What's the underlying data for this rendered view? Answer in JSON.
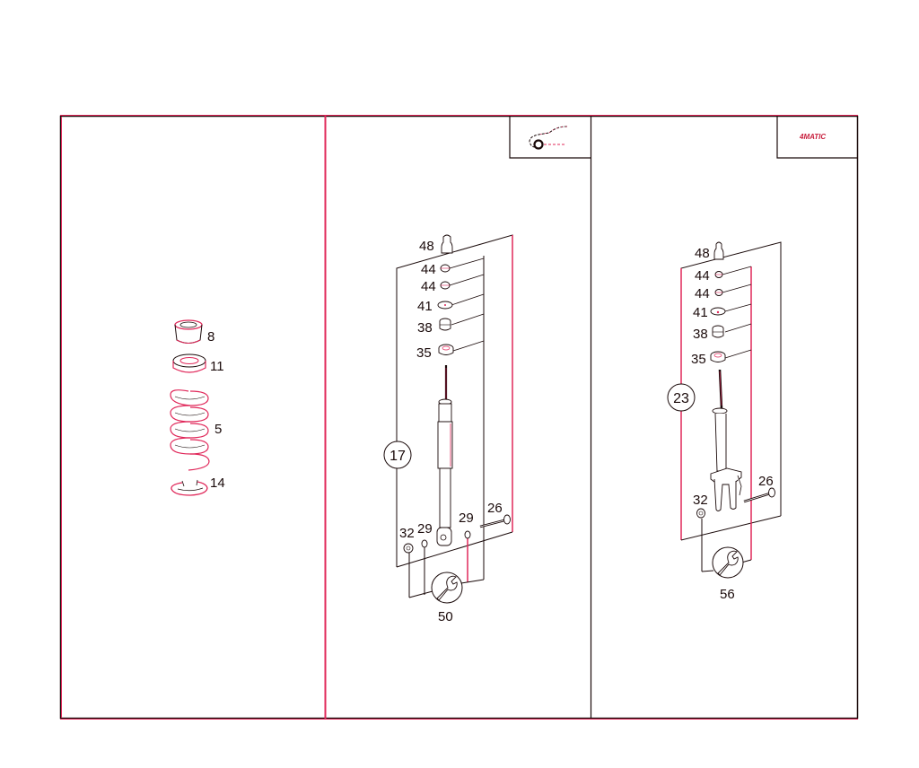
{
  "colors": {
    "frame_black": "#1a0a0a",
    "accent_red": "#e0285a",
    "background": "#ffffff"
  },
  "panels": [
    {
      "id": "left",
      "parts": [
        {
          "label": "8",
          "name": "spring-seat-cap"
        },
        {
          "label": "11",
          "name": "spring-pad-ring"
        },
        {
          "label": "5",
          "name": "coil-spring"
        },
        {
          "label": "14",
          "name": "lower-spring-seat"
        }
      ]
    },
    {
      "id": "middle",
      "header_icon": "car-rear-axle-icon",
      "parts": [
        {
          "label": "48",
          "name": "cap"
        },
        {
          "label": "44",
          "name": "nut-upper"
        },
        {
          "label": "44",
          "name": "nut-lower"
        },
        {
          "label": "41",
          "name": "washer"
        },
        {
          "label": "38",
          "name": "rubber-mount-upper"
        },
        {
          "label": "35",
          "name": "rubber-mount-lower"
        },
        {
          "label": "26",
          "name": "bolt"
        },
        {
          "label": "29",
          "name": "washer-right"
        },
        {
          "label": "29",
          "name": "washer-left"
        },
        {
          "label": "32",
          "name": "nut-bottom"
        }
      ],
      "assembly_label": "17",
      "tool_label": "50"
    },
    {
      "id": "right",
      "header_text": "4MATIC",
      "parts": [
        {
          "label": "48",
          "name": "cap"
        },
        {
          "label": "44",
          "name": "nut-upper"
        },
        {
          "label": "44",
          "name": "nut-lower"
        },
        {
          "label": "41",
          "name": "washer"
        },
        {
          "label": "38",
          "name": "rubber-mount-upper"
        },
        {
          "label": "35",
          "name": "rubber-mount-lower"
        },
        {
          "label": "26",
          "name": "bolt"
        },
        {
          "label": "32",
          "name": "nut-bottom"
        }
      ],
      "assembly_label": "23",
      "tool_label": "56"
    }
  ]
}
